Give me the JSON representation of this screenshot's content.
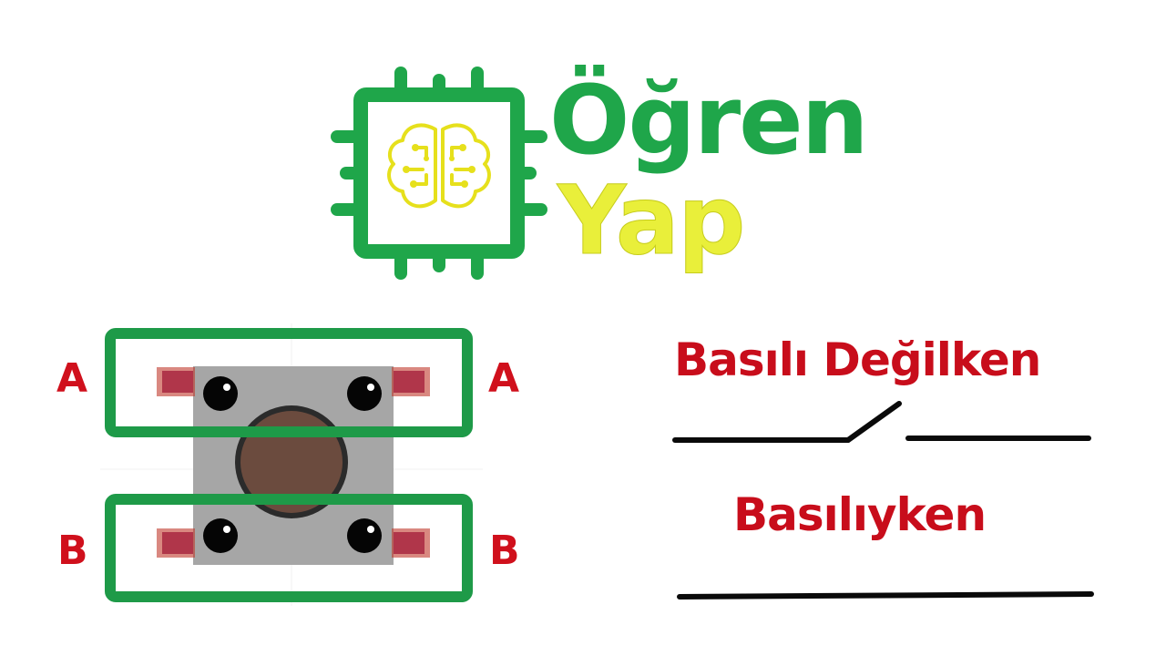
{
  "logo": {
    "line1": "Öğren",
    "line2": "Yap",
    "colors": {
      "green": "#1fa64a",
      "yellow": "#e9ef3a"
    },
    "icon": "chip-brain-icon"
  },
  "button_diagram": {
    "pin_labels": {
      "top_left": "A",
      "top_right": "A",
      "bottom_left": "B",
      "bottom_right": "B"
    },
    "colors": {
      "outline": "#1e9a48",
      "body": "#a6a6a6",
      "cap": "#6b4b3e",
      "pin": "#c0392b",
      "label": "#d0101c"
    }
  },
  "switch_states": {
    "not_pressed": "Basılı Değilken",
    "pressed": "Basılıyken",
    "label_color": "#c80d1b"
  }
}
